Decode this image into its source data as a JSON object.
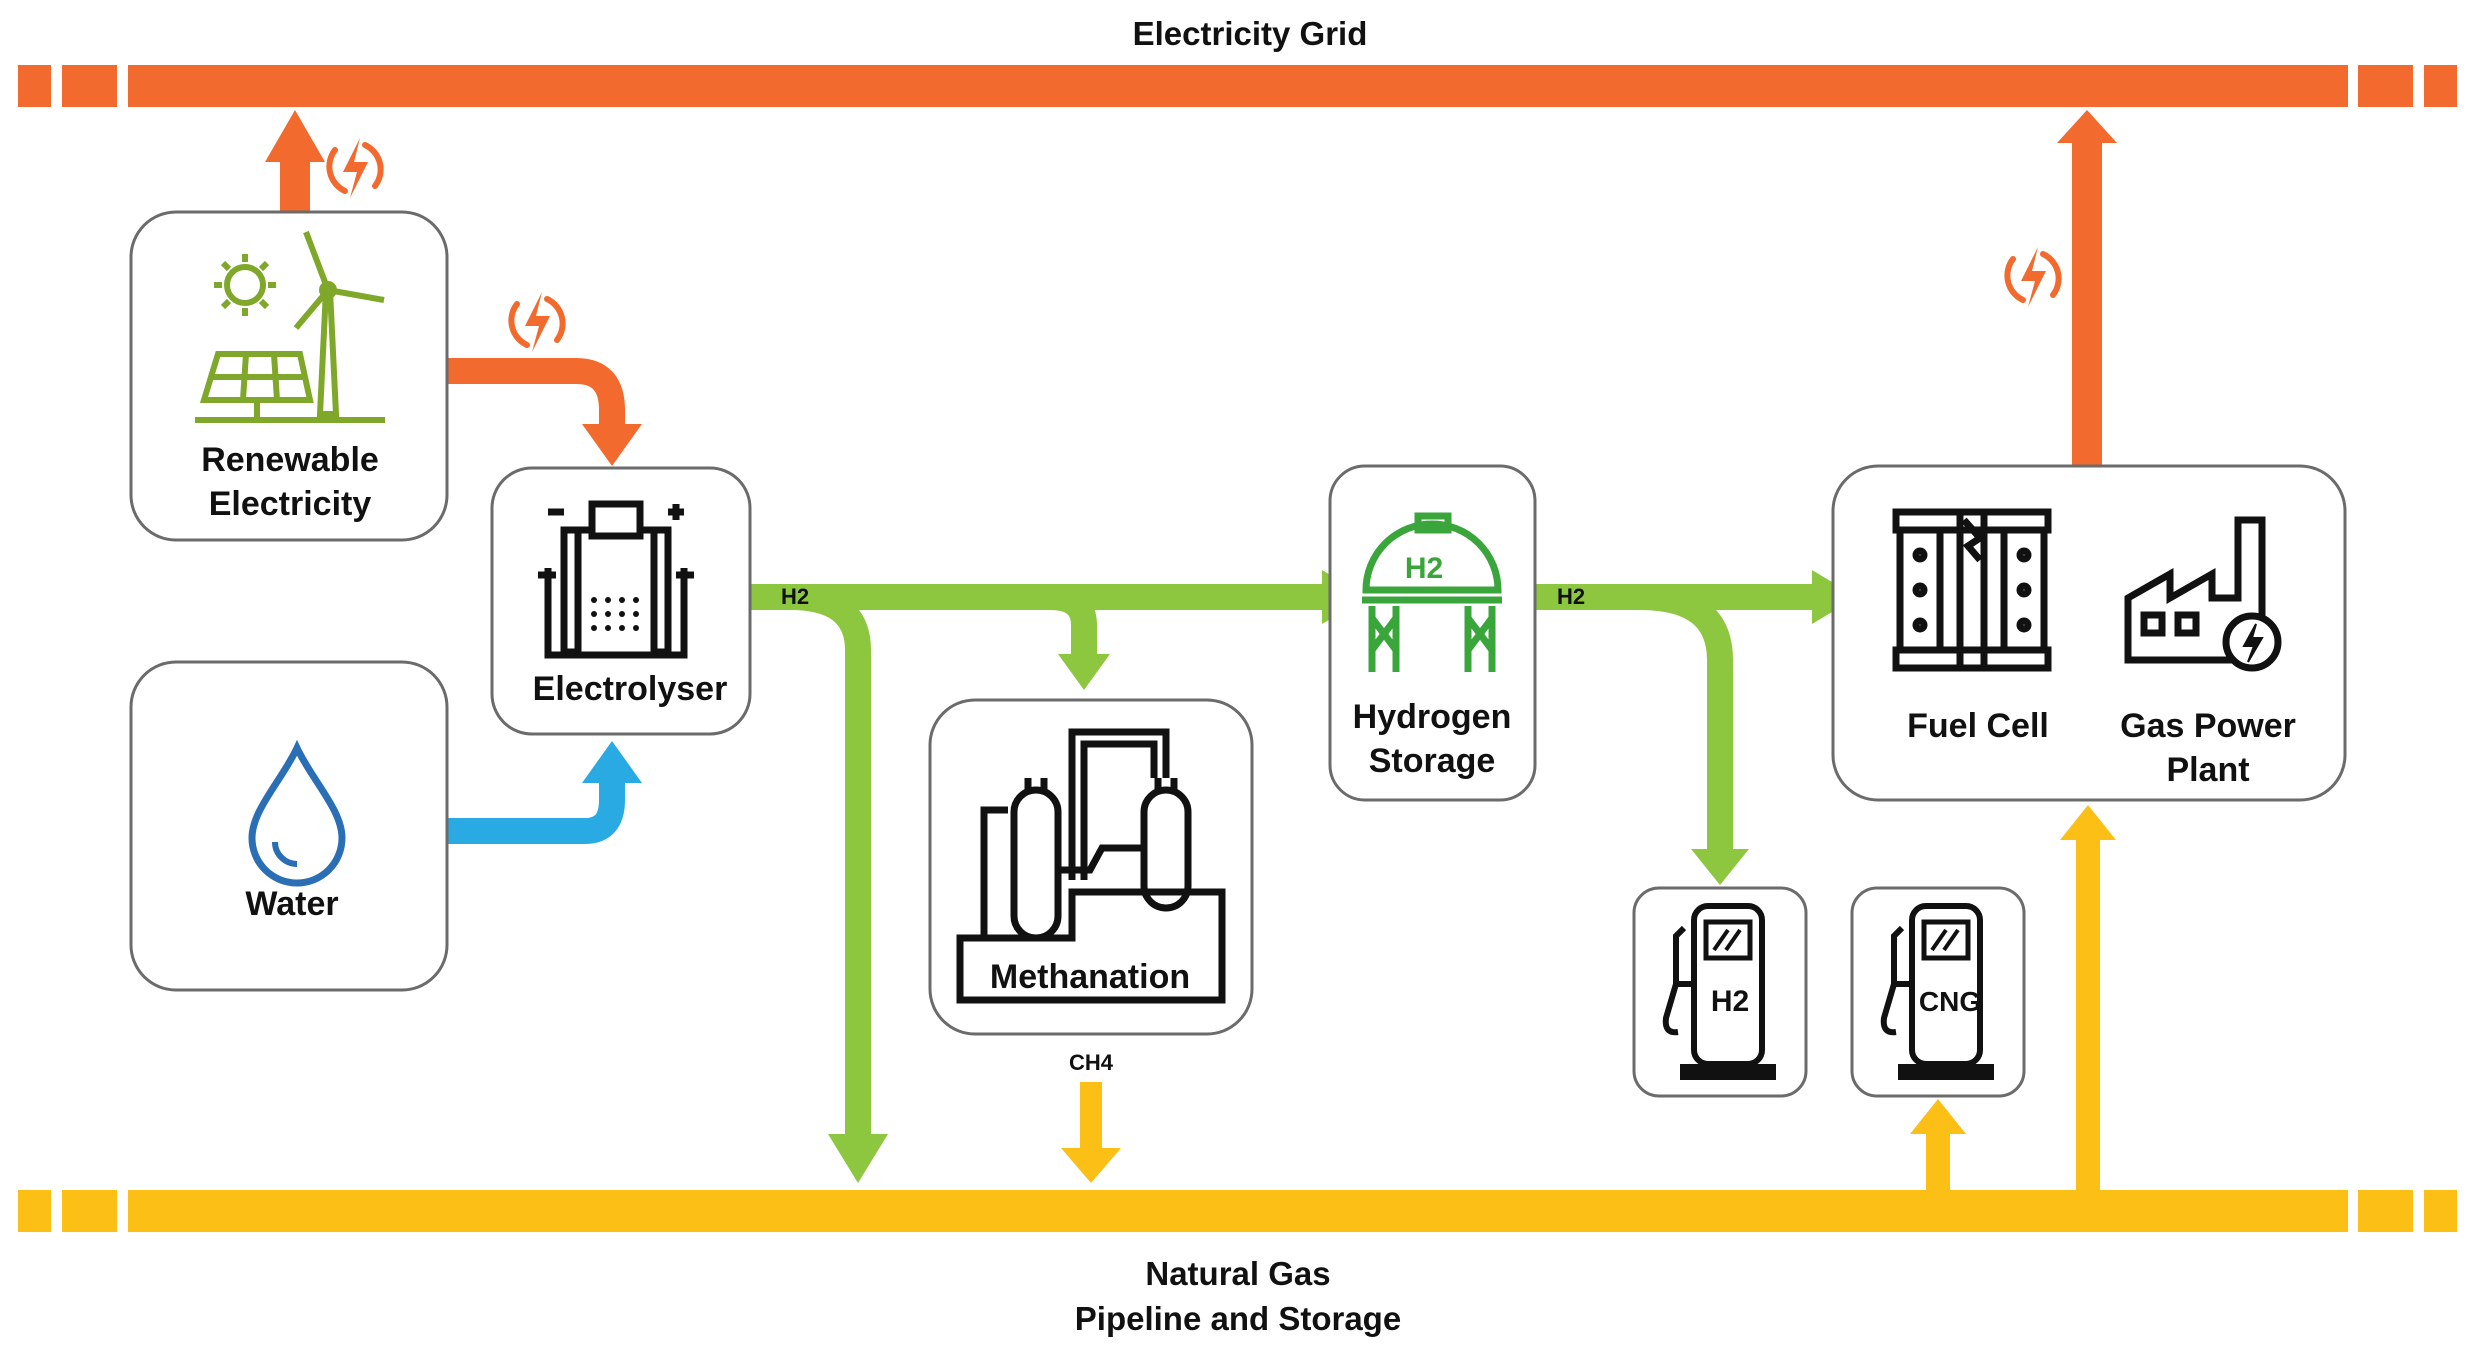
{
  "grid_title": "Electricity Grid",
  "gas_title_line1": "Natural Gas",
  "gas_title_line2": "Pipeline and Storage",
  "nodes": {
    "renewable_line1": "Renewable",
    "renewable_line2": "Electricity",
    "water": "Water",
    "electrolyser": "Electrolyser",
    "methanation": "Methanation",
    "hydrogen_storage_line1": "Hydrogen",
    "hydrogen_storage_line2": "Storage",
    "fuel_cell": "Fuel Cell",
    "gas_power_line1": "Gas Power",
    "gas_power_line2": "Plant",
    "h2_pump": "H2",
    "cng_pump": "CNG"
  },
  "flow_labels": {
    "h2_from_electrolyser": "H2",
    "h2_from_storage": "H2",
    "ch4": "CH4"
  },
  "h2_subscript": "2",
  "colors": {
    "electricity": "#f26a2e",
    "hydrogen": "#8dc63f",
    "natural_gas": "#fbbf16",
    "water": "#29aae2",
    "renewable_icon": "#7fa82a",
    "storage_icon": "#3aa53a",
    "water_icon": "#2a6fb5"
  },
  "icons": {
    "renewable": "solar-panel-and-wind-turbine-icon",
    "water": "water-drop-icon",
    "electrolyser": "electrolysis-cell-icon",
    "methanation": "chemical-plant-icon",
    "storage": "hydrogen-tank-icon",
    "fuel_cell": "fuel-cell-stack-icon",
    "gas_power": "power-plant-icon",
    "pump": "fuel-pump-icon",
    "electricity": "lightning-bolt-icon"
  }
}
